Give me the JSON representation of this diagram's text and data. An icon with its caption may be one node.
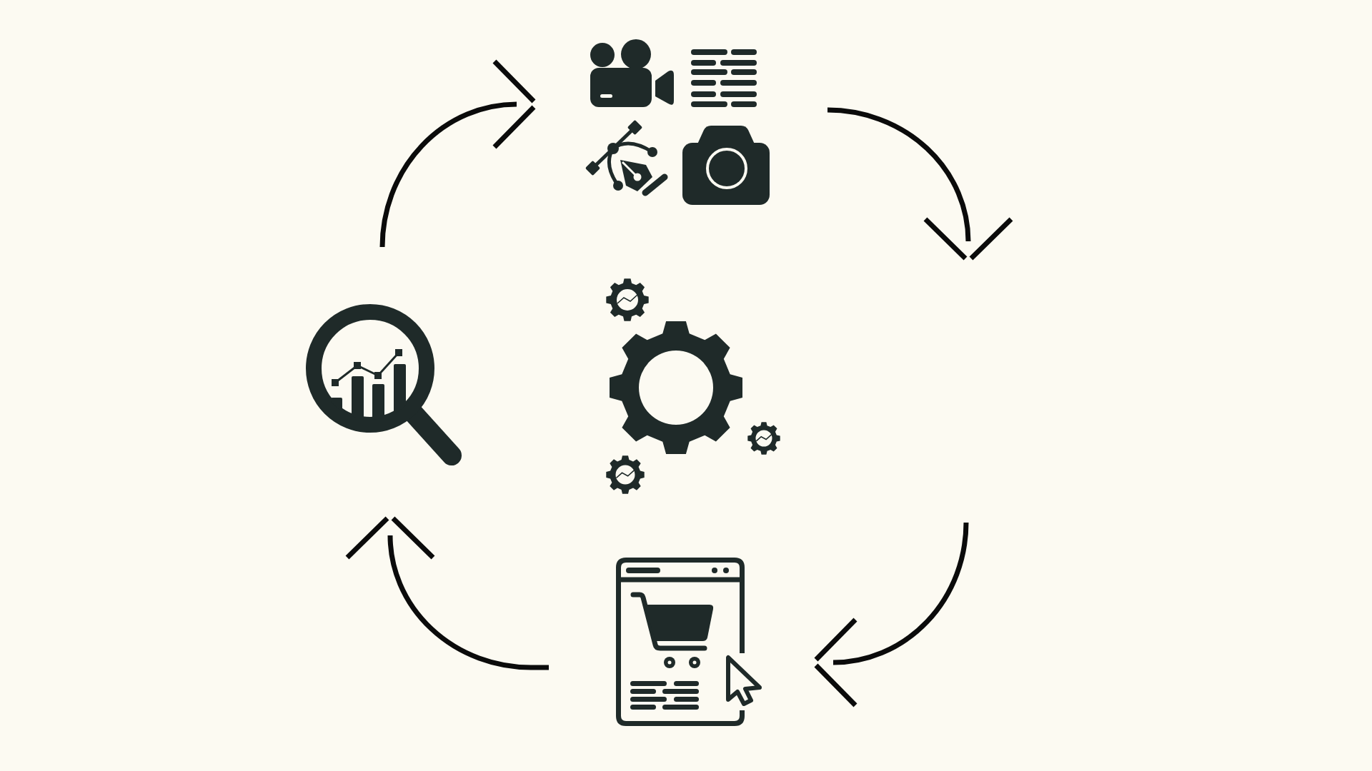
{
  "diagram": {
    "nodes": [
      {
        "text": [],
        "shape": "picture"
      },
      {
        "text": [],
        "shape": "picture"
      },
      {
        "text": [],
        "shape": "picture"
      },
      {
        "text": [],
        "shape": "picture"
      }
    ],
    "edges": [
      {
        "from": 0,
        "to": null,
        "arrow": "to"
      },
      {
        "from": null,
        "to": 3,
        "arrow": "to"
      },
      {
        "from": 3,
        "to": 1,
        "arrow": "to"
      },
      {
        "from": 1,
        "to": 0,
        "arrow": "to"
      }
    ]
  }
}
